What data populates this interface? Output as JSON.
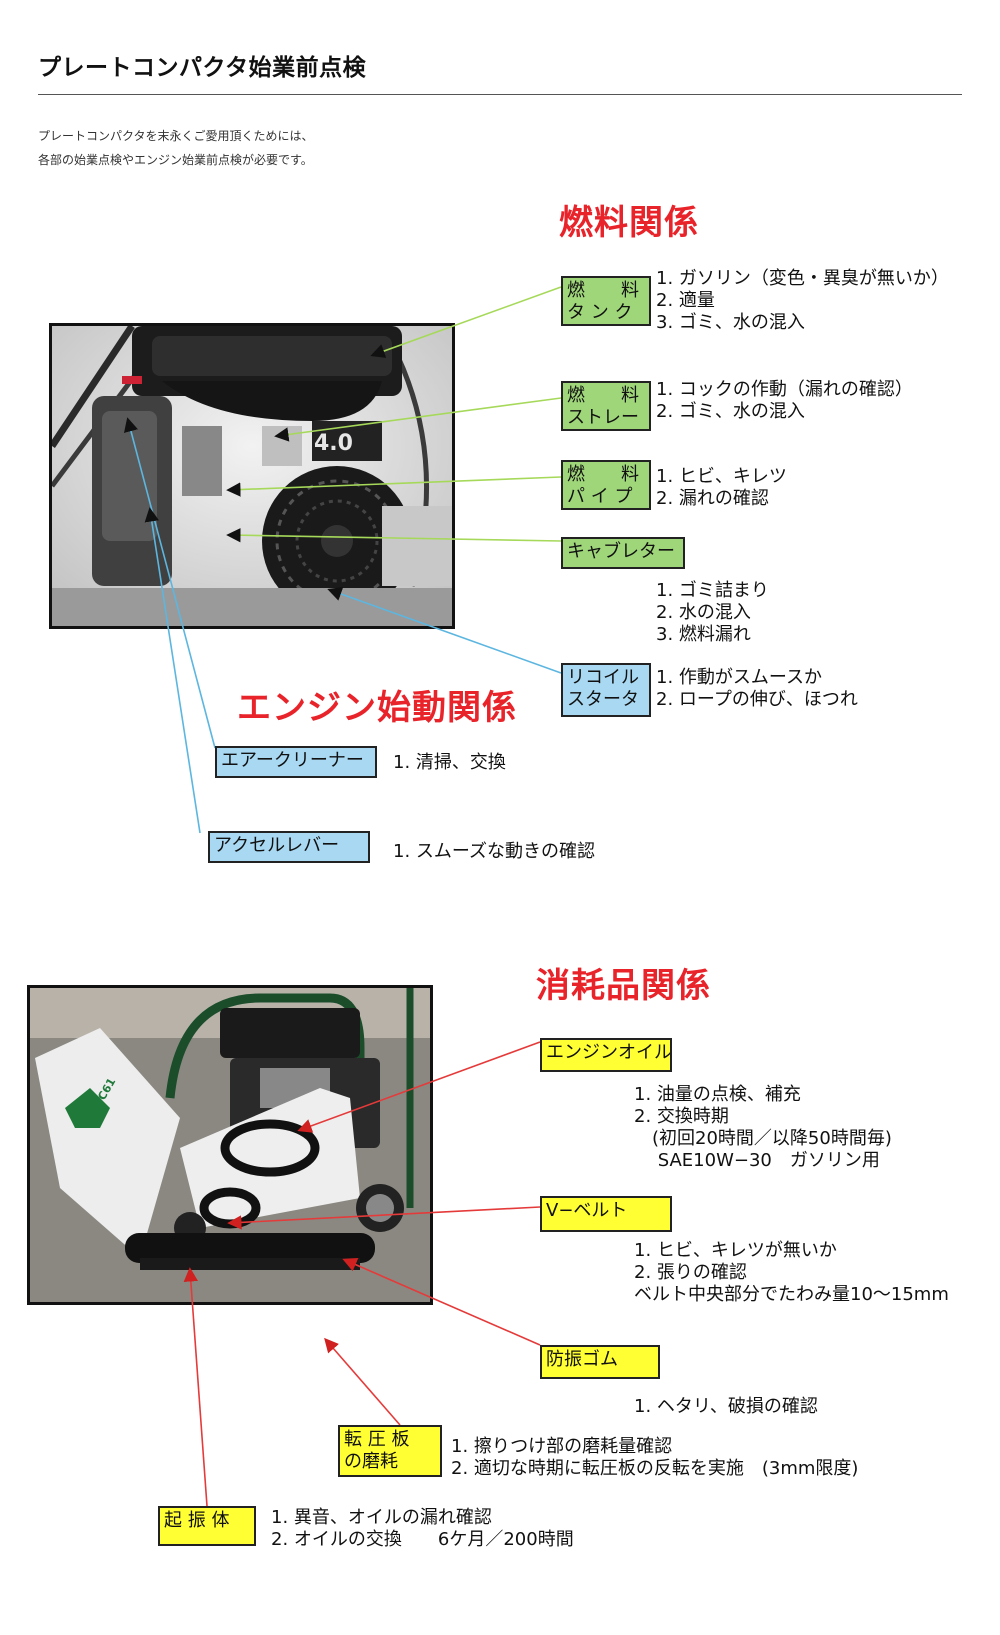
{
  "page": {
    "title": "プレートコンパクタ始業前点検",
    "intro": [
      "プレートコンパクタを末永くご愛用頂くためには、",
      "各部の始業点検やエンジン始業前点検が必要です。"
    ]
  },
  "fuel": {
    "heading": "燃料関係",
    "items": [
      {
        "label": [
          "燃　　料",
          "タ ン ク"
        ],
        "checks": [
          "1. ガソリン（変色・異臭が無いか）",
          "2. 適量",
          "3. ゴミ、水の混入"
        ]
      },
      {
        "label": [
          "燃　　料",
          "ストレー"
        ],
        "checks": [
          "1. コックの作動（漏れの確認）",
          "2. ゴミ、水の混入"
        ]
      },
      {
        "label": [
          "燃　　料",
          "パ イ プ"
        ],
        "checks": [
          "1. ヒビ、キレツ",
          "2. 漏れの確認"
        ]
      },
      {
        "label": [
          "キャブレター"
        ],
        "checks": [
          "1. ゴミ詰まり",
          "2. 水の混入",
          "3. 燃料漏れ"
        ]
      }
    ]
  },
  "engine": {
    "heading": "エンジン始動関係",
    "items": [
      {
        "label": [
          "リコイル",
          "スタータ"
        ],
        "checks": [
          "1. 作動がスムースか",
          "2. ロープの伸び、ほつれ"
        ]
      },
      {
        "label": [
          "エアークリーナー"
        ],
        "checks": [
          "1. 清掃、交換"
        ]
      },
      {
        "label": [
          "アクセルレバー"
        ],
        "checks": [
          "1. スムーズな動きの確認"
        ]
      }
    ]
  },
  "consumables": {
    "heading": "消耗品関係",
    "items": [
      {
        "label": [
          "エンジンオイル"
        ],
        "checks": [
          "1. 油量の点検、補充",
          "2. 交換時期",
          "　(初回20時間／以降50時間毎)",
          "　 SAE10W−30　ガソリン用"
        ]
      },
      {
        "label": [
          "V−ベルト"
        ],
        "checks": [
          "1. ヒビ、キレツが無いか",
          "2. 張りの確認",
          "ベルト中央部分でたわみ量10〜15mm"
        ]
      },
      {
        "label": [
          "防振ゴム"
        ],
        "checks": [
          "1. ヘタリ、破損の確認"
        ]
      },
      {
        "label": [
          "転 圧 板",
          "の磨耗"
        ],
        "checks": [
          "1. 擦りつけ部の磨耗量確認",
          "2. 適切な時期に転圧板の反転を実施　(3mm限度)"
        ]
      },
      {
        "label": [
          "起 振 体"
        ],
        "checks": [
          "1. 異音、オイルの漏れ確認",
          "2. オイルの交換　　6ケ月／200時間"
        ]
      }
    ]
  },
  "photos": {
    "engine_badge": "4.0",
    "frame_logo": "PC61"
  },
  "colors": {
    "heading_red": "#e8232a",
    "fuel_green": "#9fd67a",
    "engine_blue": "#a8d8f2",
    "consumable_yellow": "#ffff33",
    "leader_green": "#a6d95a",
    "leader_blue": "#5cb6e0",
    "leader_red": "#e53a3a"
  }
}
